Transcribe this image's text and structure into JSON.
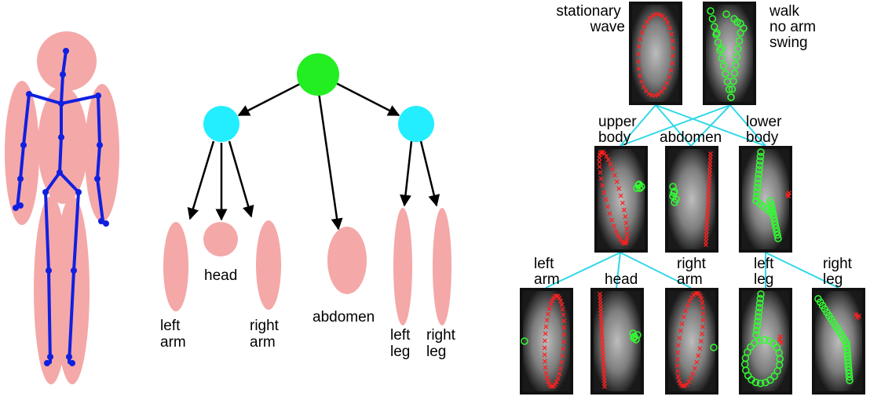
{
  "colors": {
    "limb": "#f4a8a8",
    "skeleton": "#1020e0",
    "root_node": "#22ee22",
    "mid_node": "#22eeff",
    "arrow": "#000000",
    "connector": "#30d8e8",
    "red_marker": "#ff2020",
    "green_marker": "#30ff30"
  },
  "tree": {
    "labels": {
      "left_arm": [
        "left",
        "arm"
      ],
      "head": [
        "head"
      ],
      "right_arm": [
        "right",
        "arm"
      ],
      "abdomen": [
        "abdomen"
      ],
      "left_leg": [
        "left",
        "leg"
      ],
      "right_leg": [
        "right",
        "leg"
      ]
    }
  },
  "panels": {
    "row1": {
      "left": [
        "stationary",
        "wave"
      ],
      "right": [
        "walk",
        "no arm",
        "swing"
      ]
    },
    "row2": {
      "upper": [
        "upper",
        "body"
      ],
      "abdomen": [
        "abdomen"
      ],
      "lower": [
        "lower",
        "body"
      ]
    },
    "row3": {
      "left_arm": [
        "left",
        "arm"
      ],
      "head": [
        "head"
      ],
      "right_arm": [
        "right",
        "arm"
      ],
      "left_leg": [
        "left",
        "leg"
      ],
      "right_leg": [
        "right",
        "leg"
      ]
    }
  }
}
